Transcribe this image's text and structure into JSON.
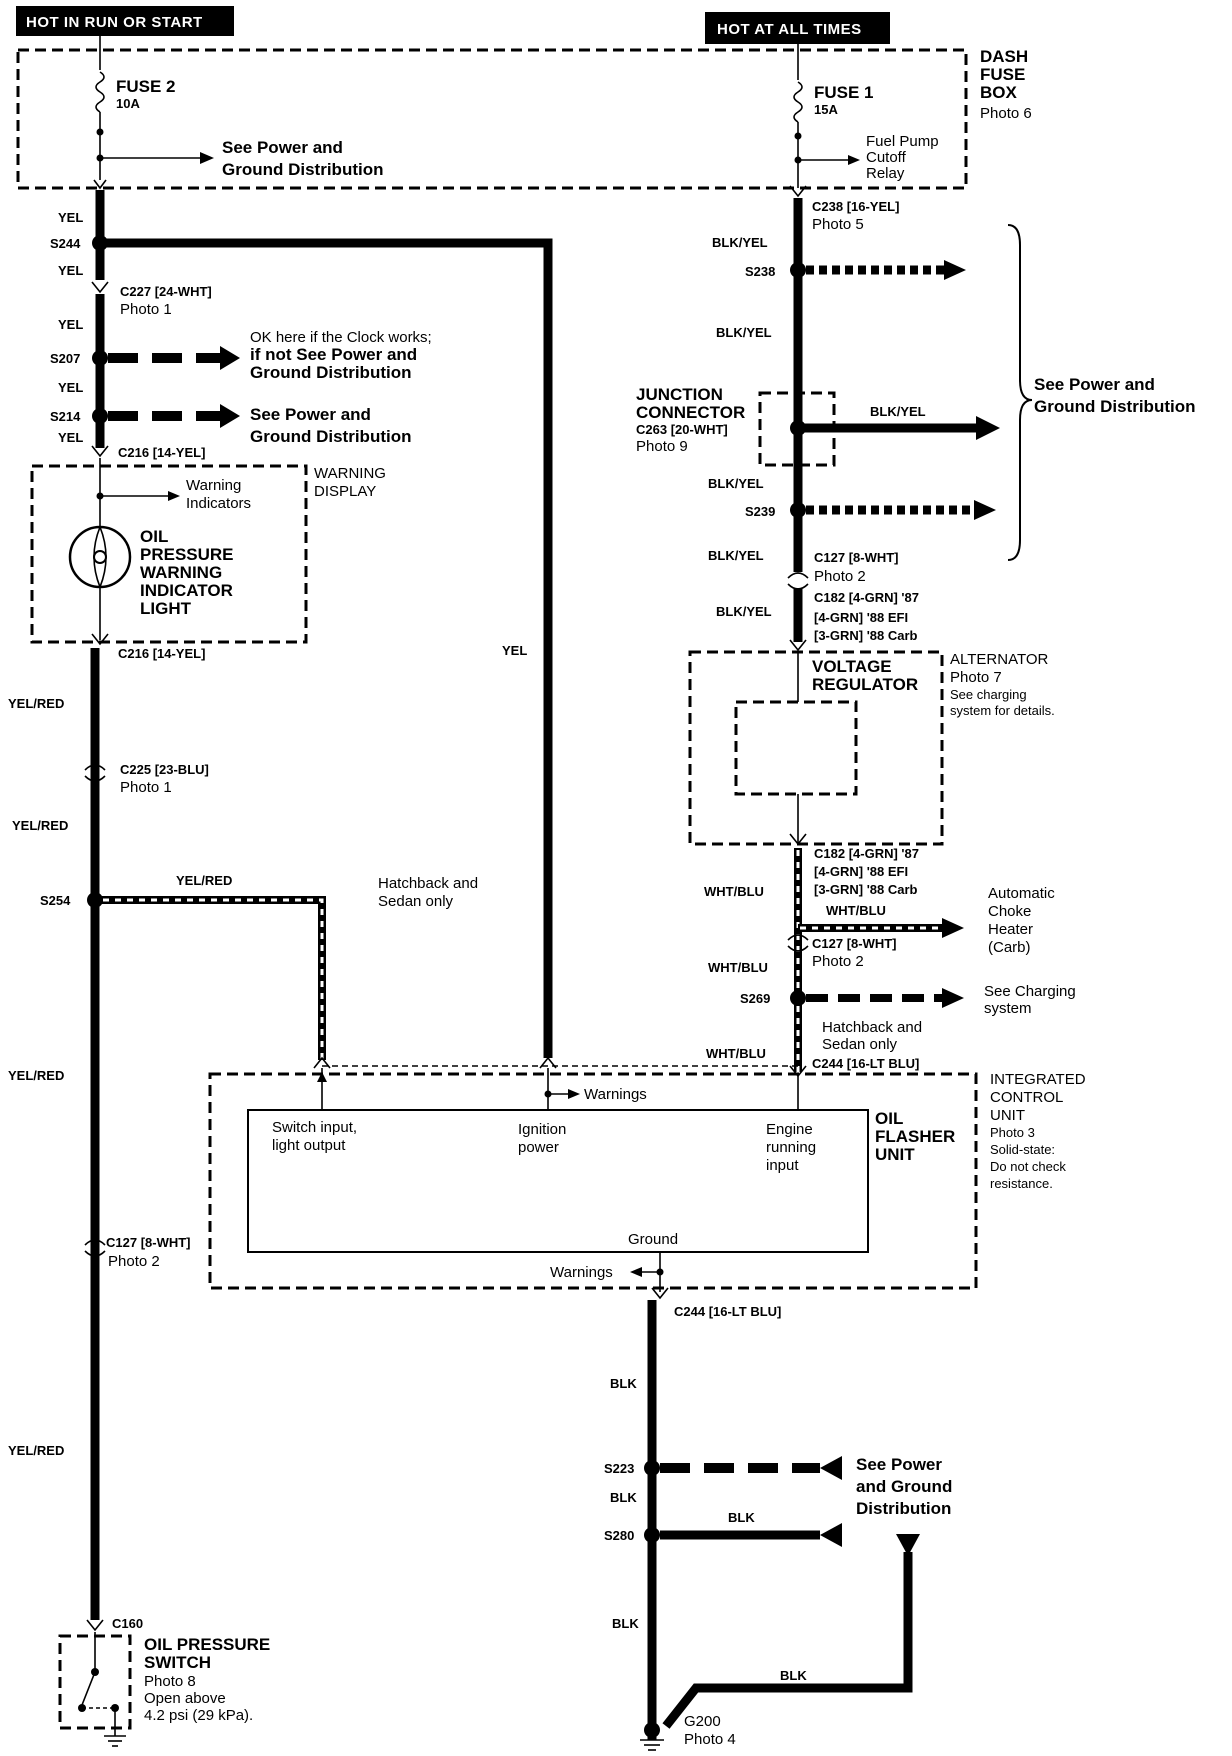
{
  "headers": {
    "left": "HOT IN RUN OR START",
    "right": "HOT AT ALL TIMES"
  },
  "dash_fuse_box": {
    "title_lines": [
      "DASH",
      "FUSE",
      "BOX"
    ],
    "photo": "Photo 6",
    "fuse2_name": "FUSE 2",
    "fuse2_rating": "10A",
    "fuse1_name": "FUSE 1",
    "fuse1_rating": "15A",
    "see_power_lines": [
      "See Power and",
      "Ground Distribution"
    ],
    "fuel_pump_lines": [
      "Fuel Pump",
      "Cutoff",
      "Relay"
    ]
  },
  "left_branch": {
    "yel1": "YEL",
    "s244": "S244",
    "yel2": "YEL",
    "c227": "C227 [24-WHT]",
    "c227_photo": "Photo 1",
    "yel3": "YEL",
    "s207": "S207",
    "clock_lines": [
      "OK here if the Clock works;",
      "if not See Power and",
      "Ground Distribution"
    ],
    "yel4": "YEL",
    "s214": "S214",
    "s214_lines": [
      "See Power and",
      "Ground Distribution"
    ],
    "yel5": "YEL",
    "c216_top": "C216 [14-YEL]",
    "warning_display_lines": [
      "WARNING",
      "DISPLAY"
    ],
    "warning_indicators_lines": [
      "Warning",
      "Indicators"
    ],
    "oil_light_lines": [
      "OIL",
      "PRESSURE",
      "WARNING",
      "INDICATOR",
      "LIGHT"
    ],
    "c216_bottom": "C216 [14-YEL]",
    "yel_red1": "YEL/RED",
    "c225": "C225 [23-BLU]",
    "c225_photo": "Photo 1",
    "yel_red2": "YEL/RED",
    "s254": "S254",
    "yel_red_branch": "YEL/RED",
    "hatchback_lines": [
      "Hatchback and",
      "Sedan only"
    ],
    "yel_red3": "YEL/RED",
    "c127_left": "C127 [8-WHT]",
    "c127_left_photo": "Photo 2",
    "yel_red4": "YEL/RED",
    "c160": "C160",
    "oil_switch_lines": [
      "OIL PRESSURE",
      "SWITCH"
    ],
    "oil_switch_details": [
      "Photo 8",
      "Open above",
      "4.2 psi (29 kPa)."
    ],
    "yel_mid": "YEL"
  },
  "right_branch": {
    "c238": "C238 [16-YEL]",
    "c238_photo": "Photo 5",
    "blk_yel1": "BLK/YEL",
    "s238": "S238",
    "blk_yel2": "BLK/YEL",
    "junction_lines": [
      "JUNCTION",
      "CONNECTOR",
      "C263 [20-WHT]",
      "Photo 9"
    ],
    "blk_yel_out": "BLK/YEL",
    "see_power_lines": [
      "See Power and",
      "Ground Distribution"
    ],
    "blk_yel3": "BLK/YEL",
    "s239": "S239",
    "blk_yel4": "BLK/YEL",
    "c127_top": "C127 [8-WHT]",
    "c127_top_photo": "Photo 2",
    "blk_yel5": "BLK/YEL",
    "c182_top_lines": [
      "C182 [4-GRN] '87",
      "[4-GRN] '88 EFI",
      "[3-GRN] '88 Carb"
    ],
    "alternator_lines": [
      "ALTERNATOR",
      "Photo 7",
      "See charging",
      "system for details."
    ],
    "voltage_regulator_lines": [
      "VOLTAGE",
      "REGULATOR"
    ],
    "c182_bottom_lines": [
      "C182 [4-GRN] '87",
      "[4-GRN] '88 EFI",
      "[3-GRN] '88 Carb"
    ],
    "wht_blu1": "WHT/BLU",
    "wht_blu_branch": "WHT/BLU",
    "choke_lines": [
      "Automatic",
      "Choke",
      "Heater",
      "(Carb)"
    ],
    "c127_bottom": "C127 [8-WHT]",
    "c127_bottom_photo": "Photo 2",
    "wht_blu2": "WHT/BLU",
    "s269": "S269",
    "charging_lines": [
      "See Charging",
      "system"
    ],
    "hatchback_lines": [
      "Hatchback and",
      "Sedan only"
    ],
    "wht_blu3": "WHT/BLU",
    "c244_top": "C244 [16-LT BLU]"
  },
  "control_unit": {
    "icu_lines": [
      "INTEGRATED",
      "CONTROL",
      "UNIT"
    ],
    "icu_details": [
      "Photo 3",
      "Solid-state:",
      "Do not check",
      "resistance."
    ],
    "flasher_lines": [
      "OIL",
      "FLASHER",
      "UNIT"
    ],
    "warnings_top": "Warnings",
    "switch_input_lines": [
      "Switch input,",
      "light output"
    ],
    "ignition_lines": [
      "Ignition",
      "power"
    ],
    "engine_lines": [
      "Engine",
      "running",
      "input"
    ],
    "ground": "Ground",
    "warnings_bottom": "Warnings",
    "c244_bottom": "C244 [16-LT BLU]"
  },
  "ground_branch": {
    "blk1": "BLK",
    "s223": "S223",
    "see_power_lines": [
      "See Power",
      "and Ground",
      "Distribution"
    ],
    "blk2": "BLK",
    "s280": "S280",
    "blk_branch": "BLK",
    "blk3": "BLK",
    "blk_bottom": "BLK",
    "g200": "G200",
    "g200_photo": "Photo 4"
  }
}
